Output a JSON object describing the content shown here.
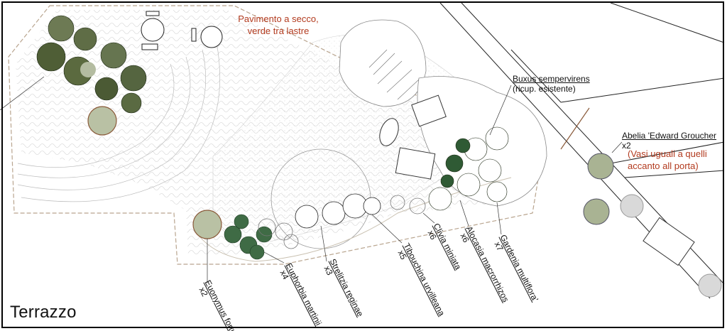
{
  "title": "Terrazzo",
  "notes": {
    "paving_line1": "Pavimento a secco,",
    "paving_line2": "verde tra lastre",
    "pots_line1": "(Vasi uguali a quelli",
    "pots_line2": "accanto all porta)"
  },
  "plants": [
    {
      "name": "Euonymus fortun",
      "qty": "x2"
    },
    {
      "name": "Euphorbia martinii",
      "qty": "x4"
    },
    {
      "name": "Strelitzia reginae",
      "qty": "x3"
    },
    {
      "name": "Tibouchina urvilleana",
      "qty": "x5"
    },
    {
      "name": "Clivia miniata",
      "qty": "x6"
    },
    {
      "name": "Alocasia macrorrhizos",
      "qty": "x6"
    },
    {
      "name": "Gardenia multiflora'",
      "qty": "x7"
    }
  ],
  "buxus": {
    "name": "Buxus sempervirens",
    "note": "(ricup. esistente)"
  },
  "abelia": {
    "name": "Abelia 'Edward Groucher",
    "qty": "x2"
  },
  "colors": {
    "olive": "#a9b393",
    "dark_green": "#2f4a22",
    "red_note": "#b23a1e",
    "brown": "#8a5a3a"
  }
}
